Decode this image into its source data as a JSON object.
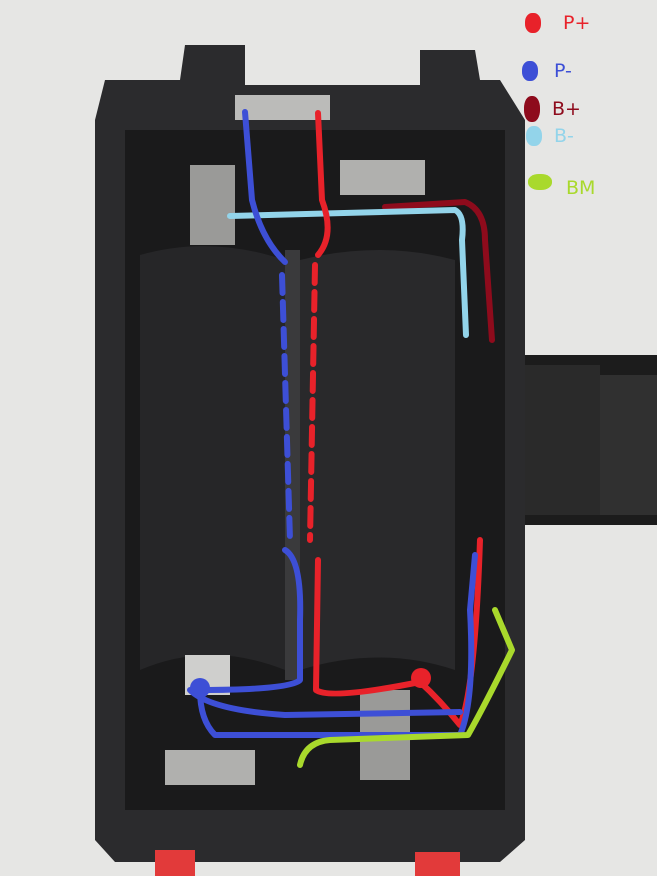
{
  "legend": [
    {
      "label": "P+",
      "color": "#e8222a"
    },
    {
      "label": "P-",
      "color": "#3d4fd6"
    },
    {
      "label": "B+",
      "color": "#8e0b1c"
    },
    {
      "label": "B-",
      "color": "#93d4ea"
    },
    {
      "label": "BM",
      "color": "#a9d92c"
    }
  ]
}
